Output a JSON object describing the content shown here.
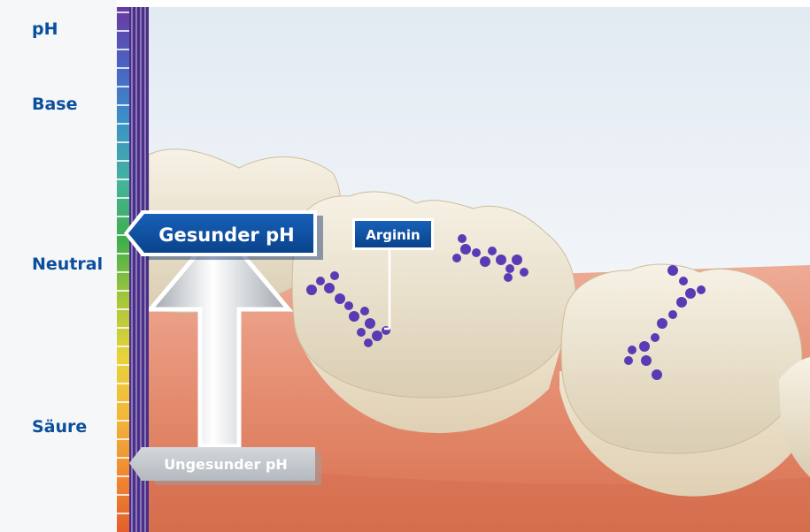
{
  "scale": {
    "title": "pH",
    "levels": [
      {
        "key": "base",
        "label": "Base"
      },
      {
        "key": "neutral",
        "label": "Neutral"
      },
      {
        "key": "acid",
        "label": "Säure"
      }
    ],
    "gradient_colors": [
      "#6a3aa0",
      "#4b63c4",
      "#3a93c6",
      "#46b39c",
      "#3fae4c",
      "#a5c63a",
      "#e8d33b",
      "#f2b83a",
      "#ef8a32",
      "#e45f2d"
    ]
  },
  "callouts": {
    "healthy": "Gesunder pH",
    "unhealthy": "Ungesunder pH",
    "arginine": "Arginin"
  },
  "colors": {
    "label_blue": "#0b4f9c",
    "callout_blue": "#0d4fa3",
    "callout_grey": "#c7ccd1",
    "molecule": "#5b3bb5"
  }
}
